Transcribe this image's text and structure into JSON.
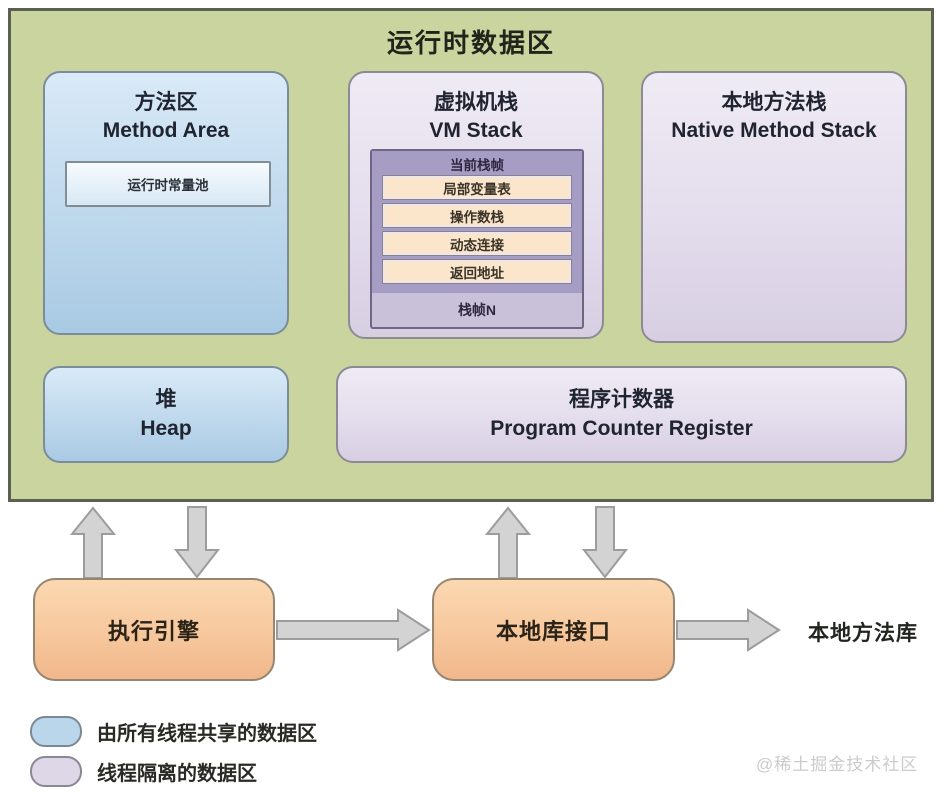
{
  "runtime": {
    "title": "运行时数据区",
    "method_area": {
      "name_zh": "方法区",
      "name_en": "Method Area",
      "constant_pool": "运行时常量池"
    },
    "vm_stack": {
      "name_zh": "虚拟机栈",
      "name_en": "VM Stack",
      "current_frame_label": "当前栈帧",
      "frame_items": [
        "局部变量表",
        "操作数栈",
        "动态连接",
        "返回地址"
      ],
      "frame_n_label": "栈帧N"
    },
    "native_method_stack": {
      "name_zh": "本地方法栈",
      "name_en": "Native Method Stack"
    },
    "heap": {
      "name_zh": "堆",
      "name_en": "Heap"
    },
    "pc_register": {
      "name_zh": "程序计数器",
      "name_en": "Program Counter Register"
    }
  },
  "engine": {
    "execution_engine": "执行引擎",
    "native_interface": "本地库接口",
    "native_library": "本地方法库"
  },
  "legend": {
    "items": [
      {
        "label": "由所有线程共享的数据区",
        "color": "#b9d6eb"
      },
      {
        "label": "线程隔离的数据区",
        "color": "#ddd7e8"
      }
    ]
  },
  "watermark": "@稀土掘金技术社区",
  "colors": {
    "runtime_area_bg": "#cad49f",
    "shared_box": "#a9cae4",
    "isolated_box": "#d7cee2",
    "frame_block": "#a69dc5",
    "frame_row": "#fbe5cb",
    "engine_box": "#f7c99e",
    "arrow": "#d3d3d3"
  }
}
